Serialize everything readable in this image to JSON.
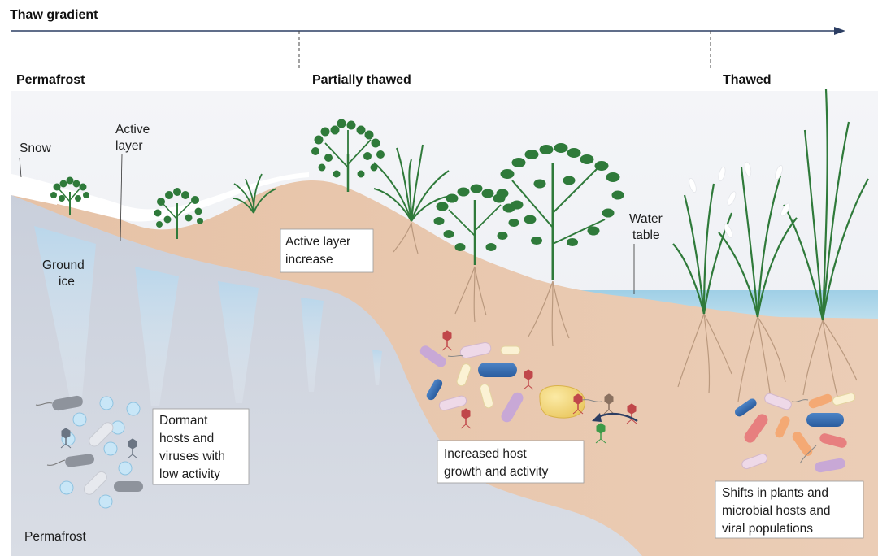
{
  "title": "Thaw gradient",
  "zones": {
    "permafrost": "Permafrost",
    "partially_thawed": "Partially thawed",
    "thawed": "Thawed"
  },
  "labels": {
    "snow": "Snow",
    "active_layer": [
      "Active",
      "layer"
    ],
    "ground_ice": [
      "Ground",
      "ice"
    ],
    "water_table": [
      "Water",
      "table"
    ],
    "permafrost_bottom": "Permafrost"
  },
  "boxes": {
    "active_layer_increase": [
      "Active layer",
      "increase"
    ],
    "dormant": [
      "Dormant",
      "hosts and",
      "viruses with",
      "low activity"
    ],
    "increased_growth": [
      "Increased host",
      "growth and activity"
    ],
    "shifts": [
      "Shifts in plants and",
      "microbial hosts and",
      "viral populations"
    ]
  },
  "colors": {
    "soil": "#e8c7ad",
    "permafrost": "#cfd4de",
    "snow": "#ffffff",
    "water": "#a8d3e8",
    "plant": "#2f7a3a",
    "arrow": "#2c3e63",
    "background": "#eef0f4"
  }
}
